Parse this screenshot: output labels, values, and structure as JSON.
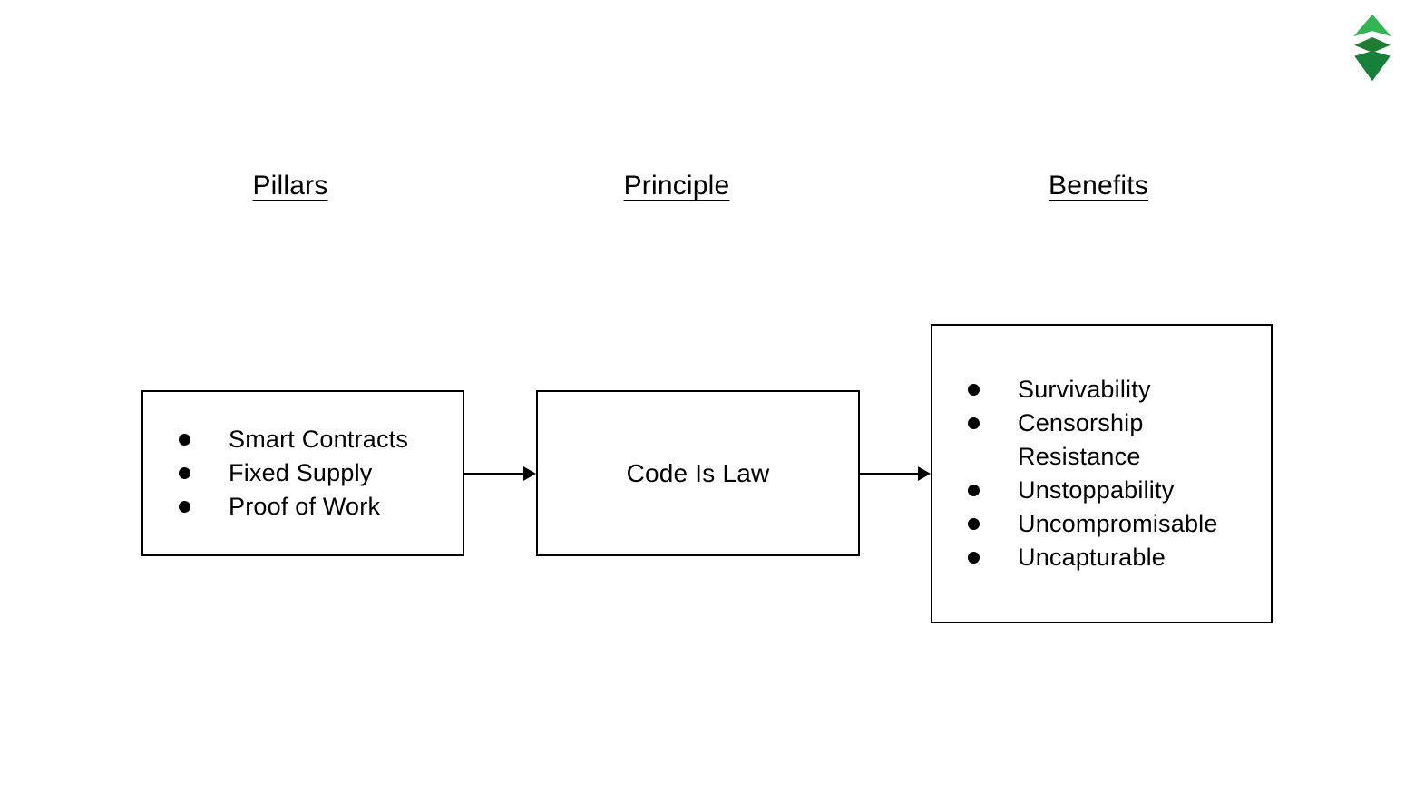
{
  "page": {
    "background_color": "#ffffff",
    "text_color": "#000000",
    "border_color": "#000000"
  },
  "logo": {
    "name": "Ethereum Classic",
    "colors": {
      "top": "#33b453",
      "middle": "#1f7c33",
      "bottom": "#17813c"
    }
  },
  "headers": {
    "pillars": "Pillars",
    "principle": "Principle",
    "benefits": "Benefits"
  },
  "nodes": {
    "pillars": {
      "items": [
        "Smart Contracts",
        "Fixed Supply",
        "Proof of Work"
      ]
    },
    "principle": {
      "label": "Code Is Law"
    },
    "benefits": {
      "items": [
        "Survivability",
        "Censorship Resistance",
        "Unstoppability",
        "Uncompromisable",
        "Uncapturable"
      ]
    }
  },
  "connections": [
    {
      "from": "Pillars",
      "to": "Principle"
    },
    {
      "from": "Principle",
      "to": "Benefits"
    }
  ]
}
